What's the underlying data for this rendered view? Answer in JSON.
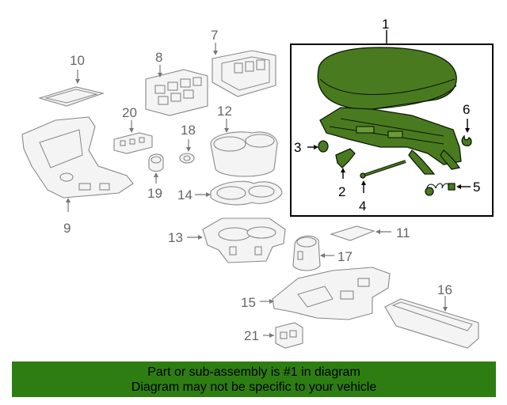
{
  "callouts": {
    "c1": "1",
    "c2": "2",
    "c3": "3",
    "c4": "4",
    "c5": "5",
    "c6": "6",
    "c7": "7",
    "c8": "8",
    "c9": "9",
    "c10": "10",
    "c11": "11",
    "c12": "12",
    "c13": "13",
    "c14": "14",
    "c15": "15",
    "c16": "16",
    "c17": "17",
    "c18": "18",
    "c19": "19",
    "c20": "20",
    "c21": "21"
  },
  "banner": {
    "line1": "Part or sub-assembly is #1 in diagram",
    "line2": "Diagram may not be specific to your vehicle"
  },
  "colors": {
    "highlight_part": "#4a7a1f",
    "banner_background": "#2e7d12"
  }
}
